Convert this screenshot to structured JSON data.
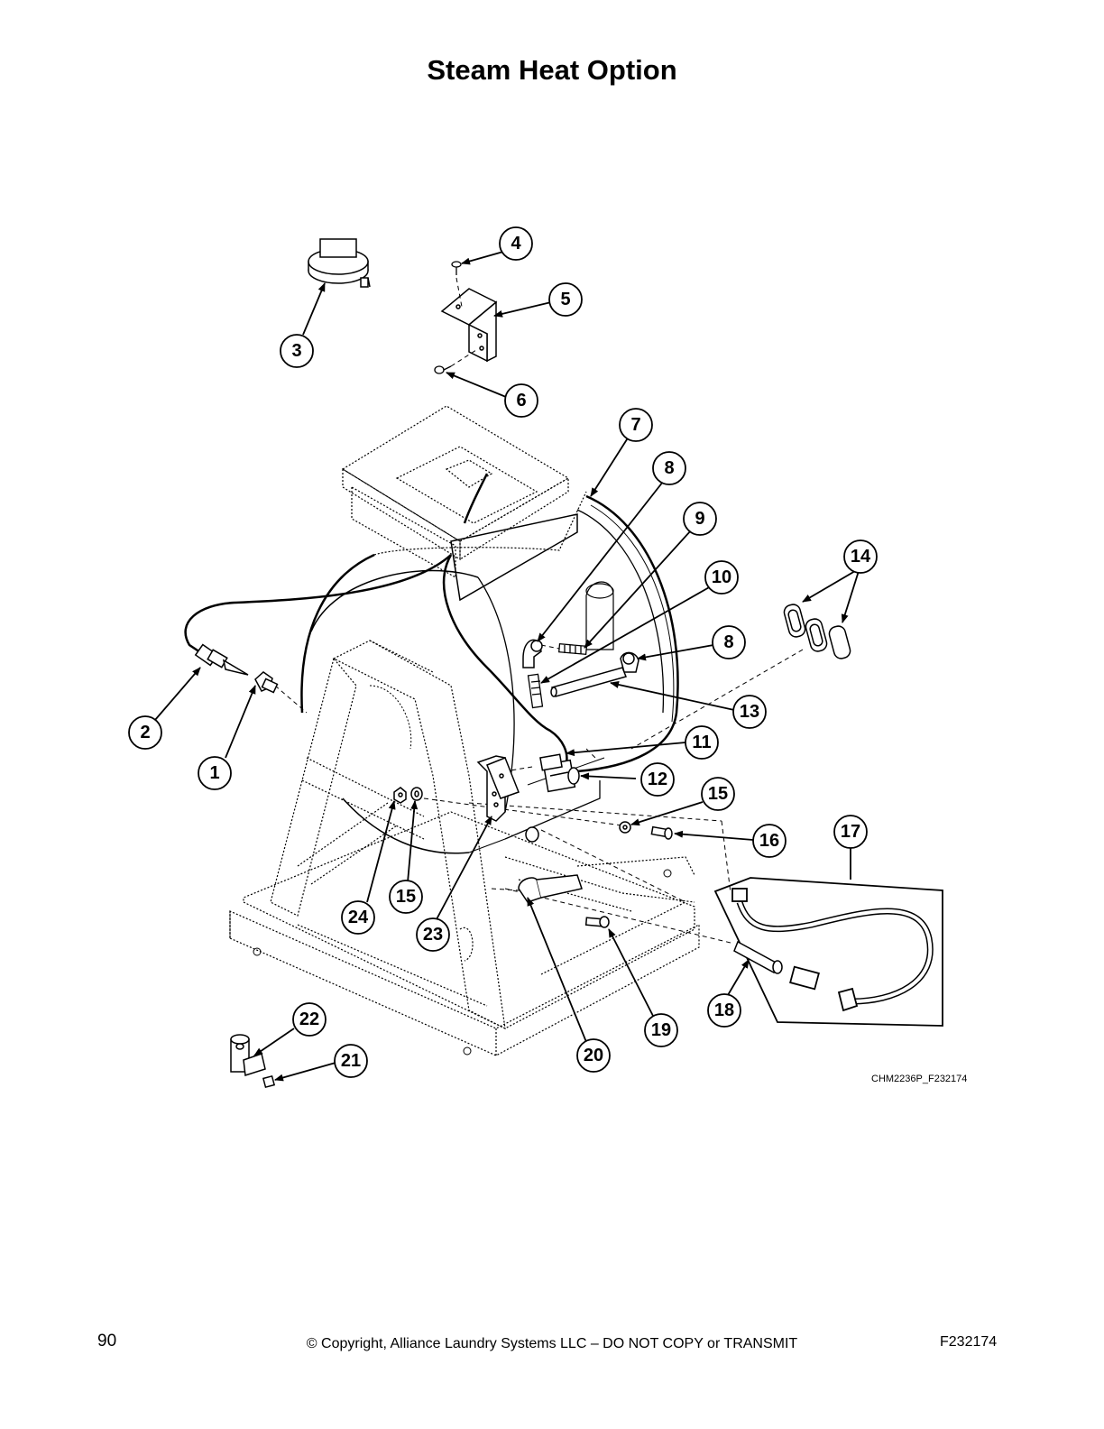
{
  "title": "Steam Heat Option",
  "figure_code": "CHM2236P_F232174",
  "footer": {
    "page_number": "90",
    "copyright": "© Copyright, Alliance Laundry Systems LLC – DO NOT COPY or TRANSMIT",
    "doc_code": "F232174"
  },
  "callouts": [
    "1",
    "2",
    "3",
    "4",
    "5",
    "6",
    "7",
    "8",
    "9",
    "10",
    "8",
    "13",
    "11",
    "12",
    "14",
    "15",
    "16",
    "17",
    "24",
    "15",
    "23",
    "20",
    "19",
    "18",
    "22",
    "21"
  ]
}
